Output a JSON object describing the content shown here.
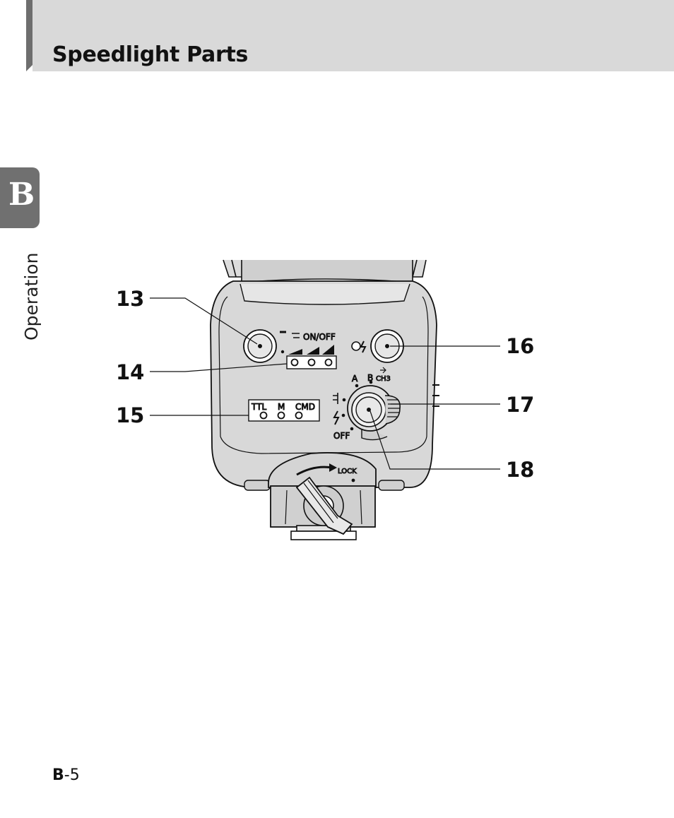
{
  "header": {
    "title": "Speedlight Parts"
  },
  "section": {
    "letter": "B",
    "name": "Operation"
  },
  "figure": {
    "callouts": {
      "c13": "13",
      "c14": "14",
      "c15": "15",
      "c16": "16",
      "c17": "17",
      "c18": "18"
    },
    "labels": {
      "on_off": "ON/OFF",
      "ttl": "TTL",
      "m": "M",
      "cmd": "CMD",
      "dial_a": "A",
      "dial_b": "B",
      "dial_ch3": "CH3",
      "dial_off": "OFF",
      "lock": "LOCK"
    }
  },
  "footer": {
    "section_letter": "B",
    "page_number": "-5"
  }
}
